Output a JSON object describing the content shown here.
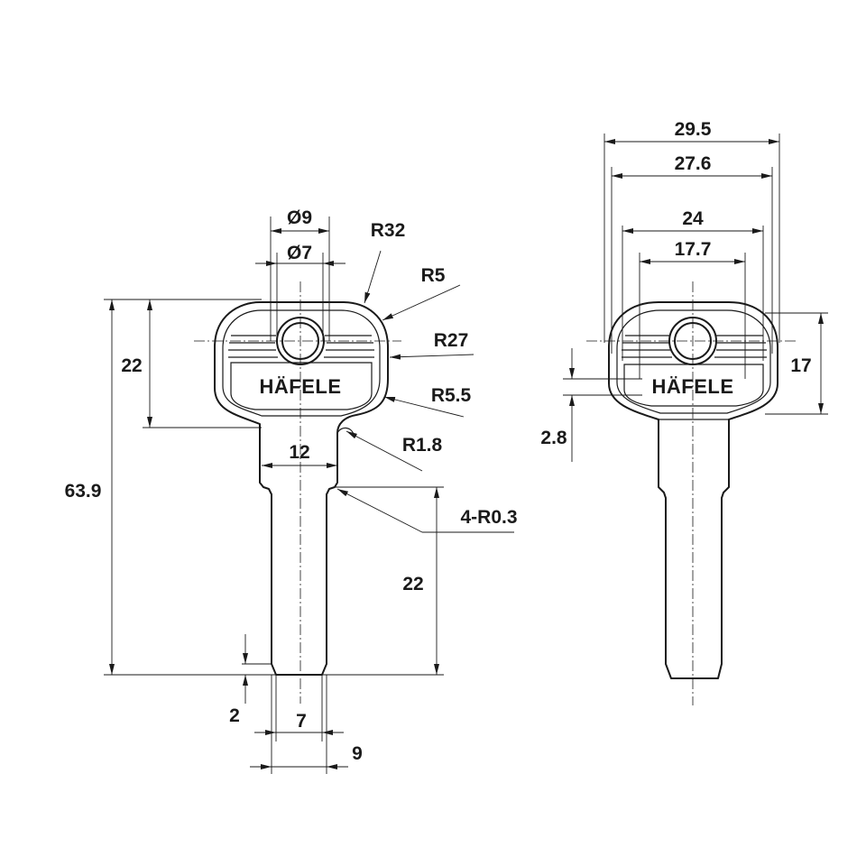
{
  "brand": "HÄFELE",
  "dimensions": {
    "front": {
      "dia_outer": "Ø9",
      "dia_inner": "Ø7",
      "r32": "R32",
      "r5": "R5",
      "r27": "R27",
      "r5_5": "R5.5",
      "r1_8": "R1.8",
      "r0_3": "4-R0.3",
      "head_height": "22",
      "overall_length": "63.9",
      "neck_width": "12",
      "shank_length": "22",
      "tip_chamfer": "2",
      "tip_width": "7",
      "shank_width": "9"
    },
    "side": {
      "w_outer": "29.5",
      "w_27_6": "27.6",
      "w_24": "24",
      "w_17_7": "17.7",
      "head_height": "17",
      "offset": "2.8"
    }
  },
  "colors": {
    "line": "#1a1a1a",
    "background": "#ffffff"
  }
}
